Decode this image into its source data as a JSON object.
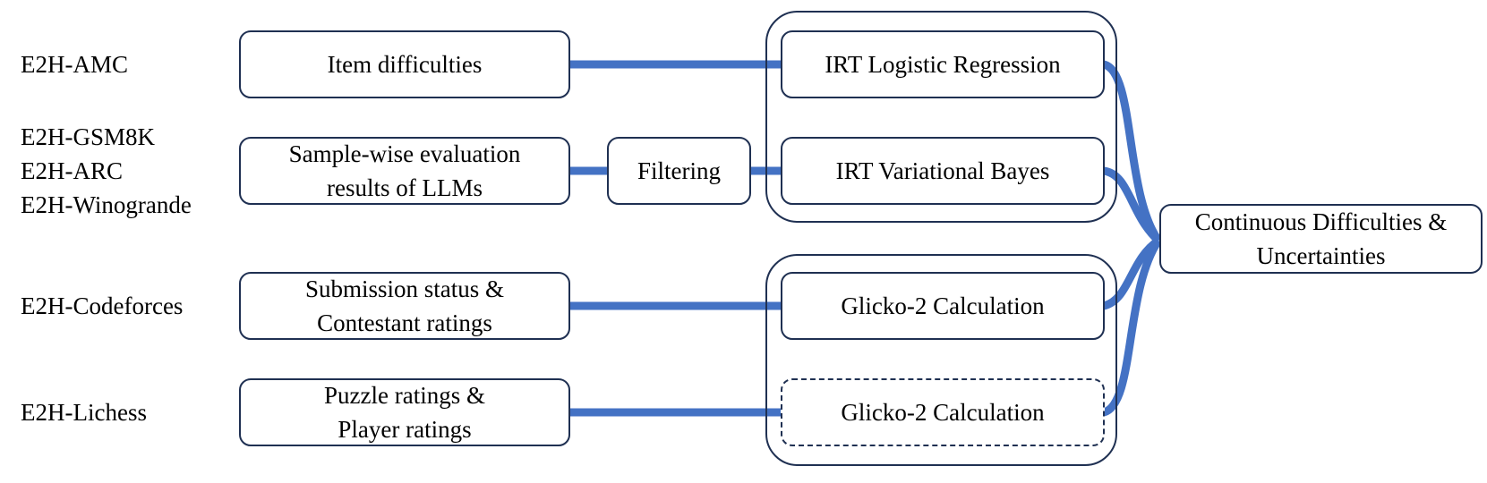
{
  "sources": {
    "amc": "E2H-AMC",
    "gsm8k": "E2H-GSM8K",
    "arc": "E2H-ARC",
    "winogrande": "E2H-Winogrande",
    "codeforces": "E2H-Codeforces",
    "lichess": "E2H-Lichess"
  },
  "inputs": {
    "item_difficulties": [
      "Item difficulties"
    ],
    "samplewise": [
      "Sample-wise evaluation",
      "results of LLMs"
    ],
    "submission": [
      "Submission status &",
      "Contestant ratings"
    ],
    "puzzle": [
      "Puzzle ratings &",
      "Player ratings"
    ]
  },
  "filtering": "Filtering",
  "methods": {
    "irt_lr": "IRT Logistic Regression",
    "irt_vb": "IRT Variational Bayes",
    "glicko_codeforces": "Glicko-2 Calculation",
    "glicko_lichess": "Glicko-2 Calculation"
  },
  "output": [
    "Continuous Difficulties &",
    "Uncertainties"
  ],
  "colors": {
    "link": "#4472c4",
    "border": "#1f3052"
  }
}
